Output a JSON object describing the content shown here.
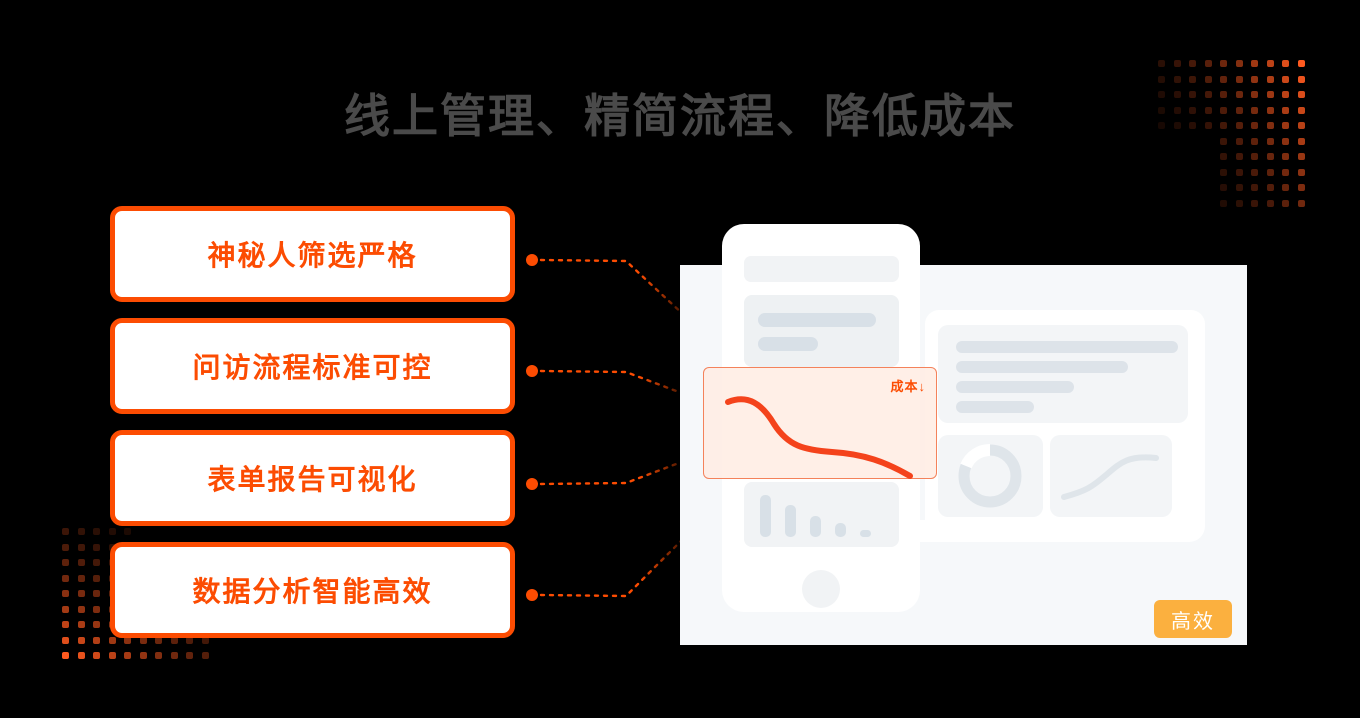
{
  "page": {
    "title": "线上管理、精简流程、降低成本",
    "background_color": "#000000",
    "accent_color": "#fc4c02",
    "title_color": "#4a4a4a"
  },
  "features": [
    {
      "label": "神秘人筛选严格"
    },
    {
      "label": "问访流程标准可控"
    },
    {
      "label": "表单报告可视化"
    },
    {
      "label": "数据分析智能高效"
    }
  ],
  "illustration": {
    "cost_panel": {
      "label": "成本",
      "arrow": "↓",
      "accent_color": "#fc4c02",
      "fill_color": "#ffece3",
      "border_color": "#f4825b"
    },
    "badge": {
      "label": "高效",
      "background_color": "#fbb03f",
      "text_color": "#ffffff"
    },
    "device_placeholders": {
      "phone_bar_heights": [
        42,
        32,
        21,
        14,
        7
      ],
      "laptop_line_widths": [
        222,
        172,
        118,
        78
      ],
      "donut_label": "donut-chart",
      "trend_label": "trend-line-chart"
    }
  },
  "chart_data": {
    "type": "line",
    "title": "成本",
    "xlabel": "",
    "ylabel": "成本",
    "x": [
      0,
      1,
      2,
      3,
      4,
      5,
      6,
      7,
      8,
      9,
      10
    ],
    "values": [
      82,
      80,
      72,
      58,
      47,
      44,
      42,
      40,
      36,
      28,
      18
    ],
    "ylim": [
      0,
      100
    ],
    "grid": false,
    "legend": "none",
    "series_color": "#f4431c",
    "annotation": "成本 ↓"
  }
}
